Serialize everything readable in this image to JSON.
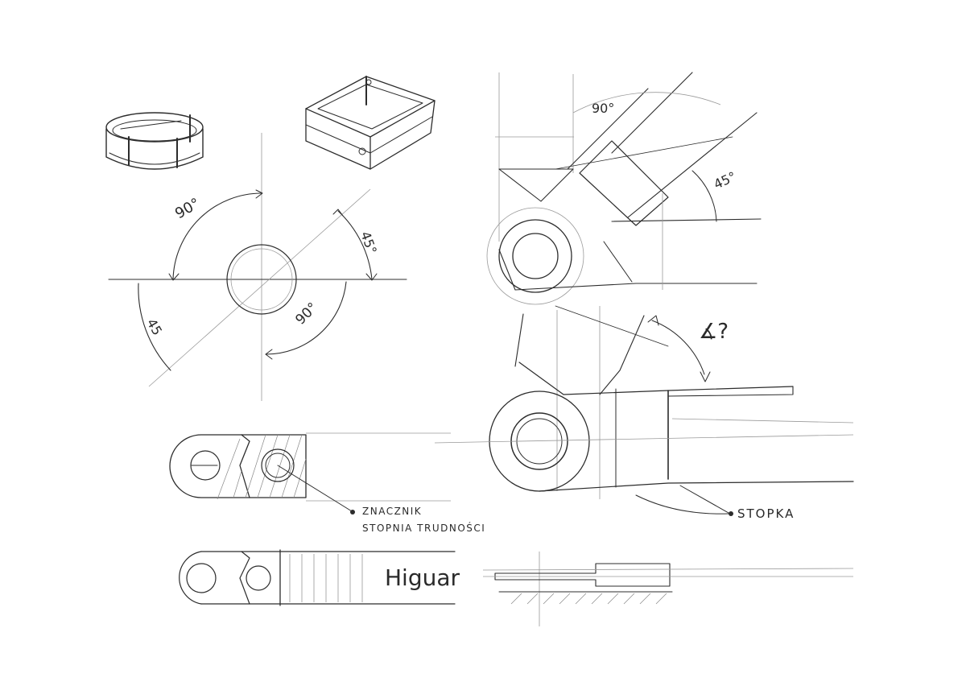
{
  "colors": {
    "paper": "#ffffff",
    "ink": "#2c2c2c",
    "guide": "#9a9a9a"
  },
  "angles": {
    "top_left_90": "90°",
    "top_right_45": "45°",
    "bottom_left_45": "45",
    "bottom_right_90": "90°",
    "hinge_90": "90°",
    "hinge_45": "45°",
    "hinge_question": "∡?"
  },
  "callouts": {
    "marker_line1": "ZNACZNIK",
    "marker_line2": "STOPNIA TRUDNOŚCI",
    "foot": "STOPKA"
  },
  "handwriting": {
    "brand": "Higuar"
  }
}
